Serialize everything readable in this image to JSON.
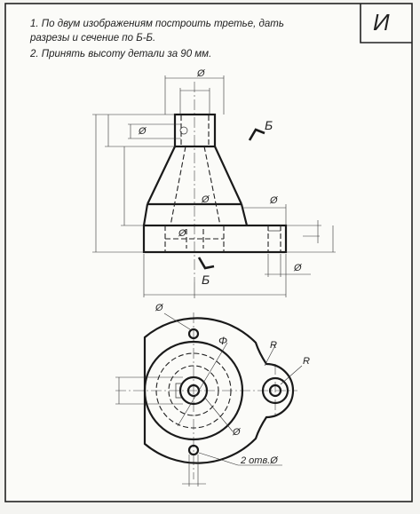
{
  "task": {
    "lines": [
      "1. По двум изображениям построить третье, дать",
      "разрезы и сечение по Б-Б.",
      "2. Принять высоту детали за 90 мм."
    ]
  },
  "variant_letter": "И",
  "labels": {
    "diameter": "Ø",
    "phi": "Φ",
    "radius": "R",
    "section_mark": "Б",
    "holes_note": "2 отв.Ø"
  },
  "colors": {
    "paper": "#f4f4f1",
    "ink": "#1a1a1a"
  }
}
